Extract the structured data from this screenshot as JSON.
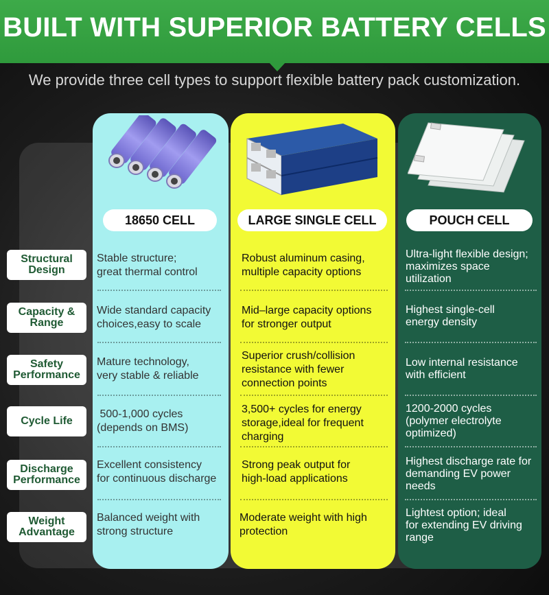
{
  "header": {
    "title": "BUILT WITH SUPERIOR BATTERY CELLS",
    "subtitle": "We provide three cell types to support flexible battery pack customization."
  },
  "columns": [
    {
      "name": "18650 CELL",
      "color": "#a8f0f0",
      "icon": "cylindrical-cells-icon"
    },
    {
      "name": "LARGE SINGLE CELL",
      "color": "#f2fa35",
      "icon": "prismatic-cell-icon"
    },
    {
      "name": "POUCH CELL",
      "color": "#1e5e46",
      "icon": "pouch-cell-icon"
    }
  ],
  "rows": [
    {
      "label_line1": "Structural",
      "label_line2": "Design",
      "c1": [
        "Stable structure;",
        "great thermal control"
      ],
      "c2": [
        "Robust aluminum casing,",
        "multiple capacity options"
      ],
      "c3": [
        "Ultra-light flexible design;",
        "maximizes space",
        "utilization"
      ]
    },
    {
      "label_line1": "Capacity &",
      "label_line2": "Range",
      "c1": [
        "Wide standard capacity",
        "choices,easy to scale"
      ],
      "c2": [
        "Mid–large capacity options",
        "for stronger output"
      ],
      "c3": [
        "Highest single-cell",
        "energy density"
      ]
    },
    {
      "label_line1": "Safety",
      "label_line2": "Performance",
      "c1": [
        "Mature technology,",
        "very stable & reliable"
      ],
      "c2": [
        "Superior crush/collision",
        "resistance with fewer",
        "connection points"
      ],
      "c3": [
        "Low internal resistance",
        "with efficient"
      ]
    },
    {
      "label_line1": "Cycle Life",
      "label_line2": "",
      "c1": [
        " 500-1,000 cycles",
        "(depends on BMS)"
      ],
      "c2": [
        "3,500+ cycles for energy",
        "storage,ideal for frequent",
        "charging"
      ],
      "c3": [
        "1200-2000 cycles",
        "(polymer electrolyte",
        "optimized)"
      ]
    },
    {
      "label_line1": "Discharge",
      "label_line2": "Performance",
      "c1": [
        "Excellent consistency",
        "for continuous discharge"
      ],
      "c2": [
        "Strong peak output for",
        "high-load applications"
      ],
      "c3": [
        "Highest discharge rate for",
        "demanding EV power",
        "needs"
      ]
    },
    {
      "label_line1": "Weight",
      "label_line2": "Advantage",
      "c1": [
        "Balanced weight with",
        "strong structure"
      ],
      "c2": [
        "Moderate weight with high",
        "protection"
      ],
      "c3": [
        "Lightest option; ideal",
        "for extending EV driving",
        "range"
      ]
    }
  ]
}
